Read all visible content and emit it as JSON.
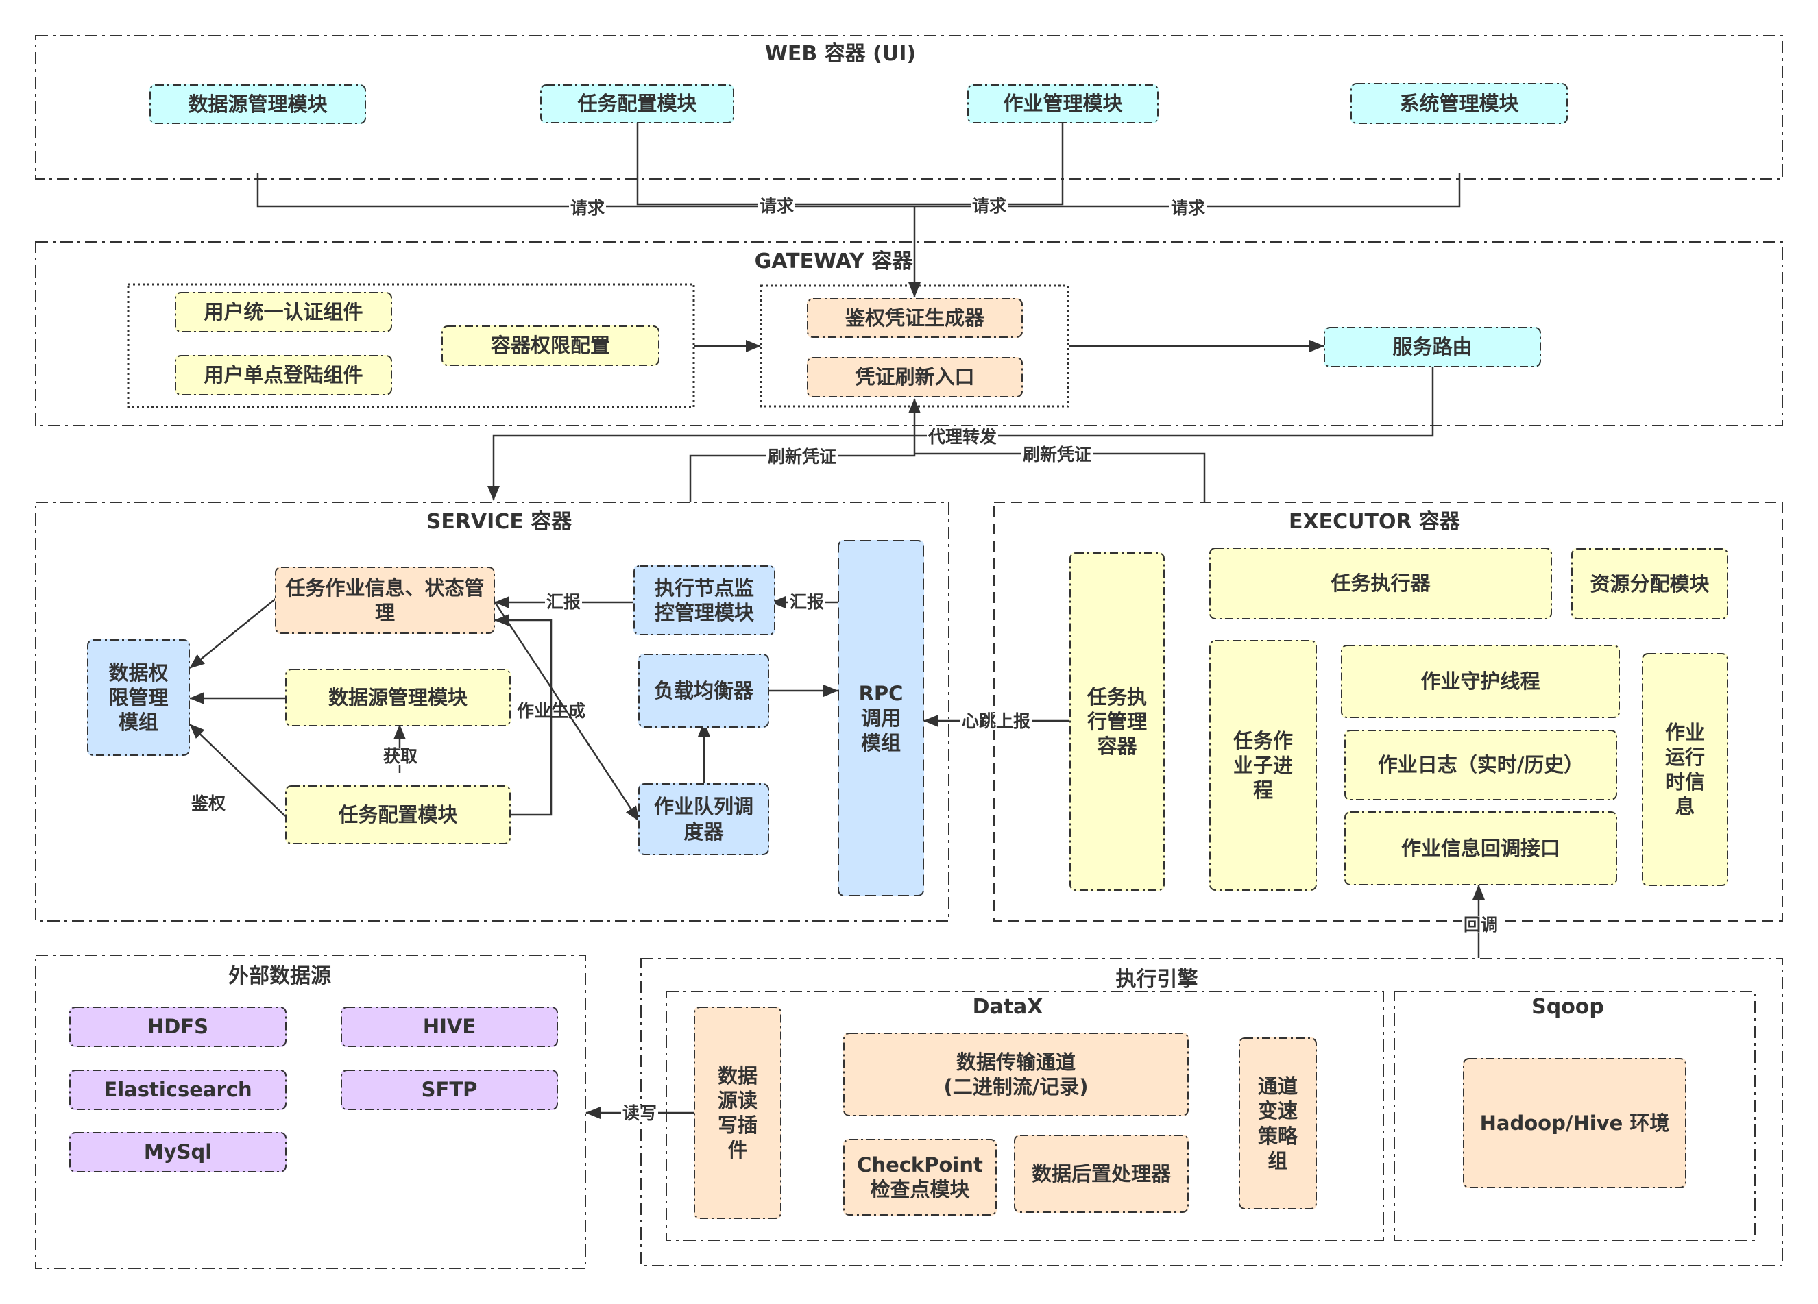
{
  "colors": {
    "cyan": "#ccffff",
    "yellow": "#ffffcc",
    "peach": "#ffe6cc",
    "blue": "#cce5ff",
    "purple": "#e5ccff",
    "stroke": "#333333"
  },
  "web": {
    "title": "WEB 容器 (UI)",
    "modules": [
      "数据源管理模块",
      "任务配置模块",
      "作业管理模块",
      "系统管理模块"
    ]
  },
  "request_labels": [
    "请求",
    "请求",
    "请求",
    "请求"
  ],
  "gateway": {
    "title": "GATEWAY 容器",
    "auth_group": [
      "用户统一认证组件",
      "用户单点登陆组件",
      "容器权限配置"
    ],
    "credential_group": [
      "鉴权凭证生成器",
      "凭证刷新入口"
    ],
    "router": "服务路由"
  },
  "edge_labels": {
    "proxy": "代理转发",
    "refresh_left": "刷新凭证",
    "refresh_right": "刷新凭证",
    "report1": "汇报",
    "report2": "汇报",
    "job_gen": "作业生成",
    "fetch": "获取",
    "auth": "鉴权",
    "heartbeat": "心跳上报",
    "callback": "回调",
    "readwrite": "读写"
  },
  "service": {
    "title": "SERVICE 容器",
    "task_job_state": "任务作业信息、状态管理",
    "data_permission": "数据权限管理模组",
    "datasource_mgmt": "数据源管理模块",
    "task_config": "任务配置模块",
    "node_monitor": "执行节点监控管理模块",
    "load_balancer": "负载均衡器",
    "job_queue_scheduler": "作业队列调度器",
    "rpc": "RPC调用模组"
  },
  "executor": {
    "title": "EXECUTOR 容器",
    "task_exec_container": "任务执行管理容器",
    "task_executor": "任务执行器",
    "resource_alloc": "资源分配模块",
    "task_subprocess": "任务作业子进程",
    "daemon_thread": "作业守护线程",
    "job_log": "作业日志（实时/历史）",
    "callback_api": "作业信息回调接口",
    "runtime_info": "作业运行时信息"
  },
  "external": {
    "title": "外部数据源",
    "sources": [
      "HDFS",
      "HIVE",
      "Elasticsearch",
      "SFTP",
      "MySql"
    ]
  },
  "engine": {
    "title": "执行引擎",
    "datax": {
      "title": "DataX",
      "rw_plugin": "数据源读写插件",
      "channel_line1": "数据传输通道",
      "channel_line2": "(二进制流/记录)",
      "checkpoint_line1": "CheckPoint",
      "checkpoint_line2": "检查点模块",
      "post_processor": "数据后置处理器",
      "speed_strategy": "通道变速策略组"
    },
    "sqoop": {
      "title": "Sqoop",
      "env": "Hadoop/Hive 环境"
    }
  }
}
